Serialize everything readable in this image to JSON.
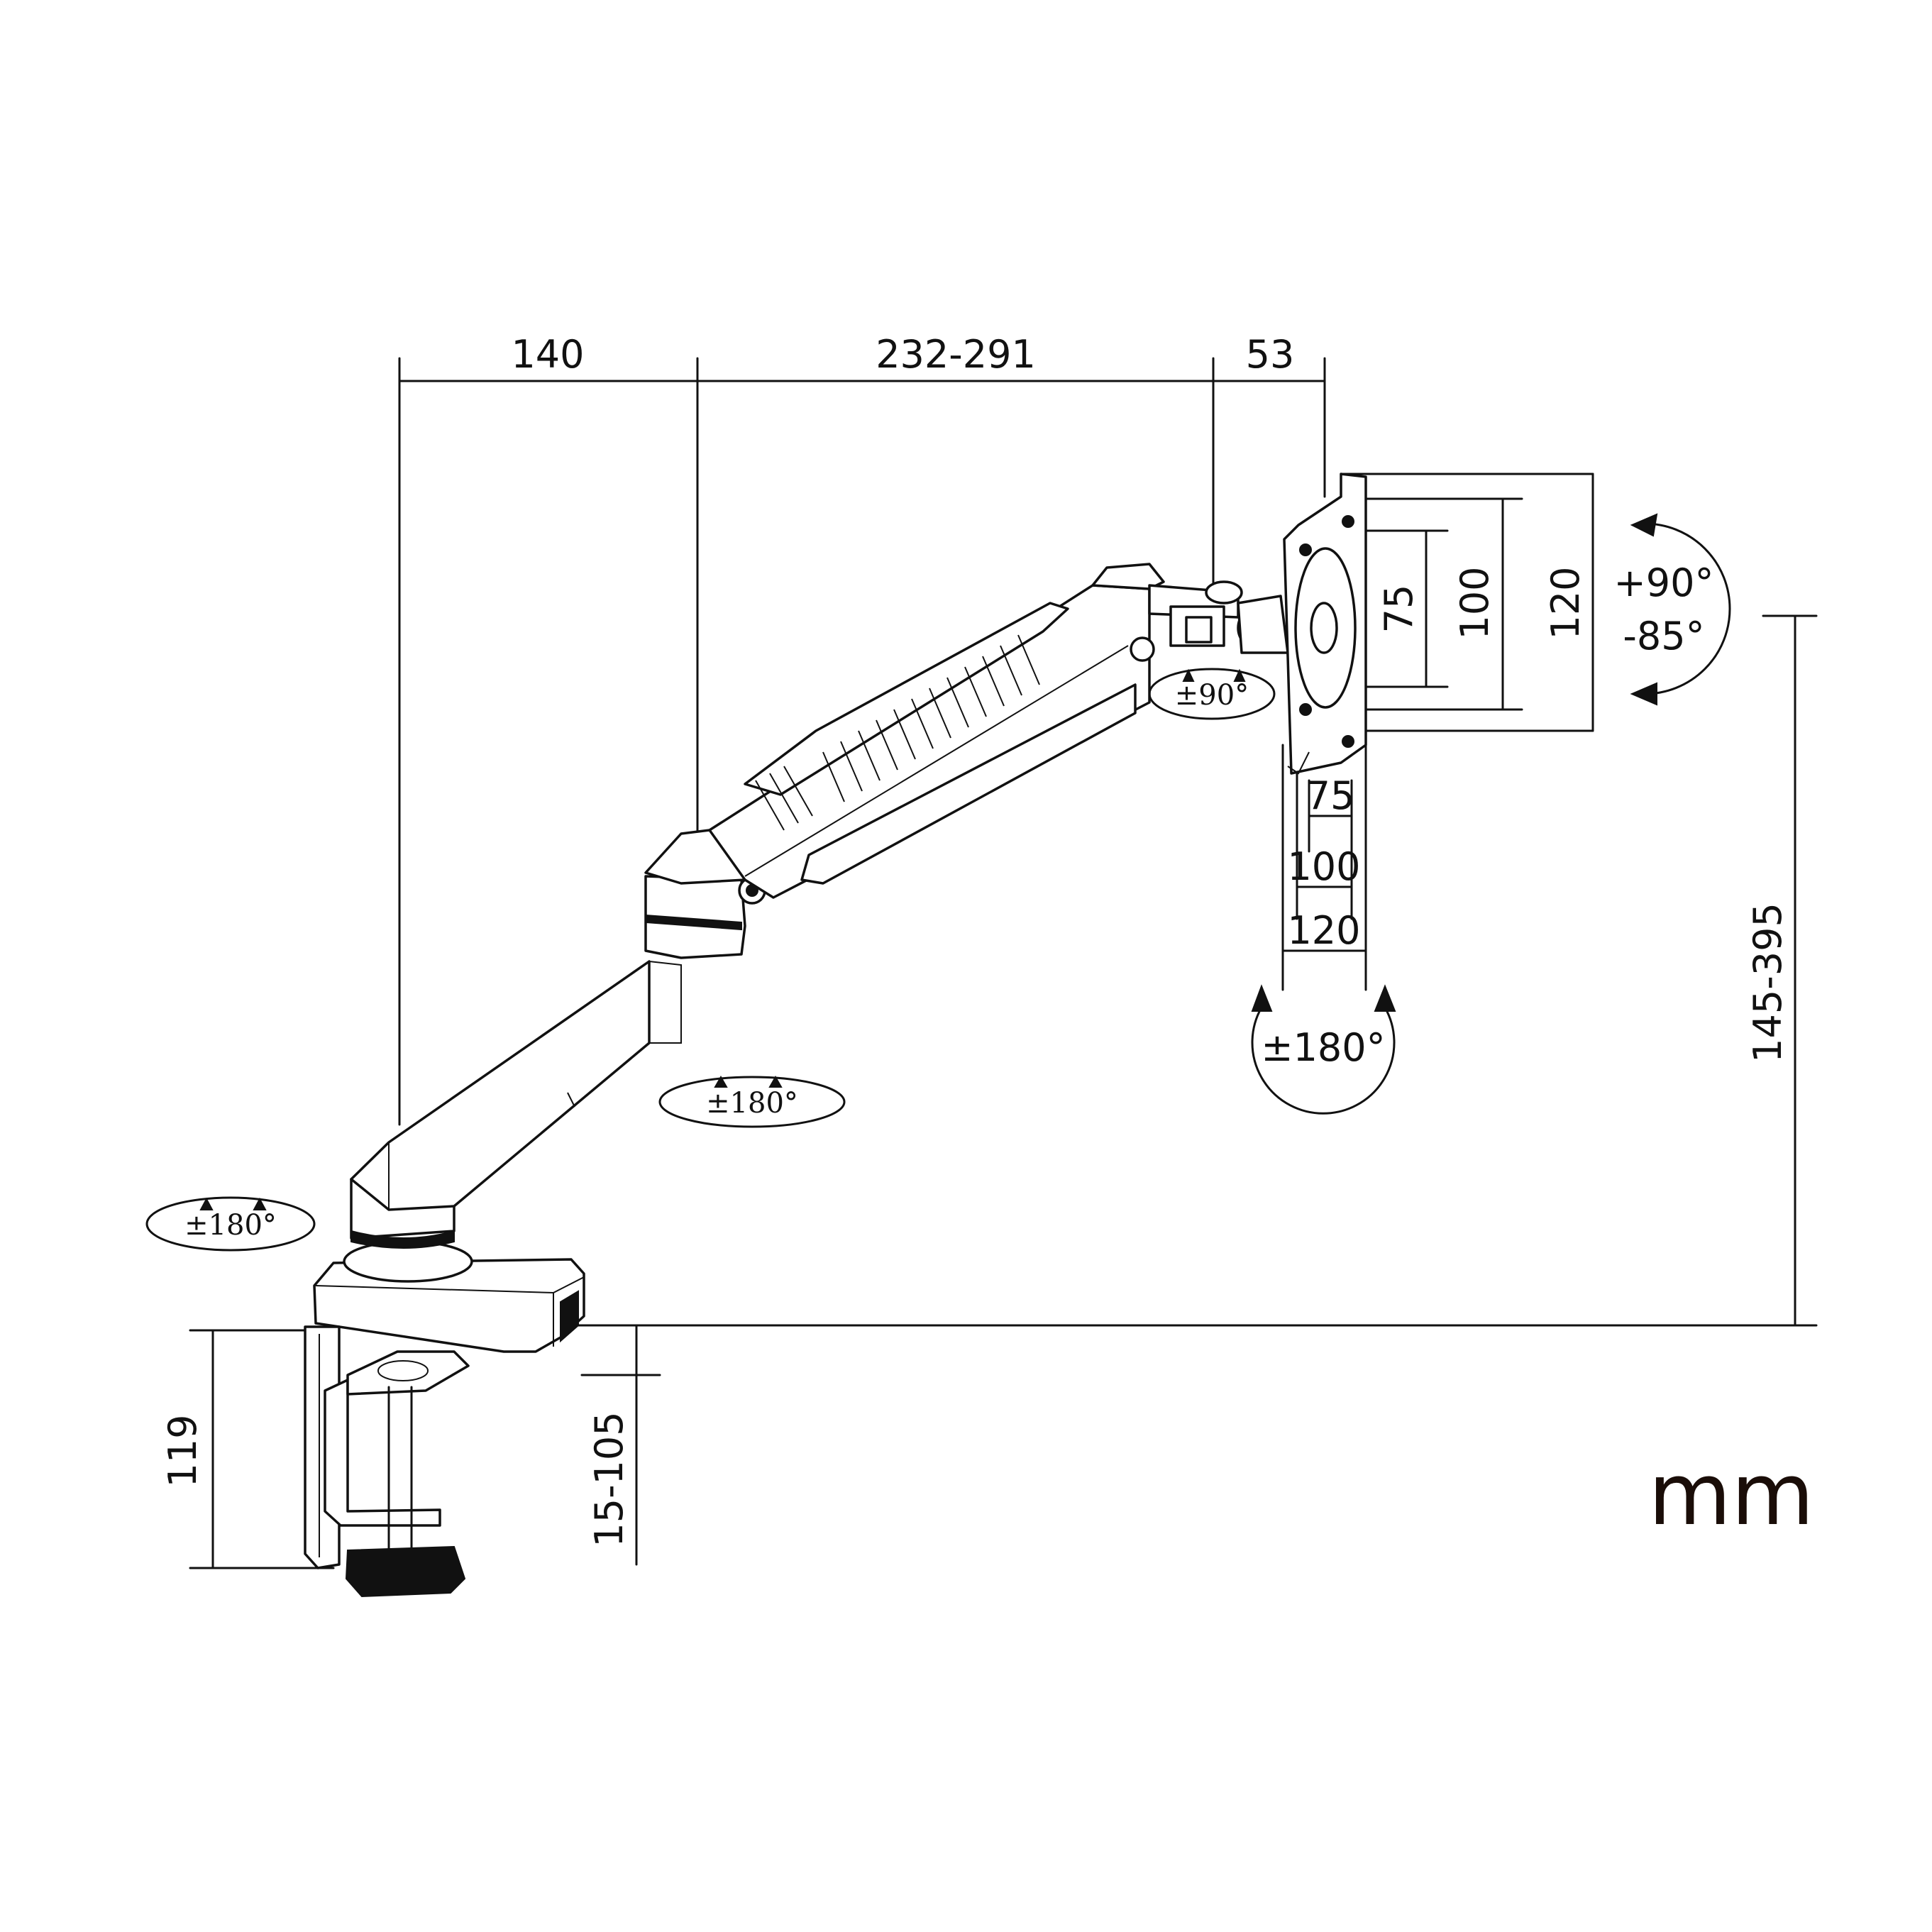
{
  "dimensions": {
    "horizontal": [
      "140",
      "232-291",
      "53"
    ],
    "vesa_vertical": [
      "75",
      "100",
      "120"
    ],
    "vesa_horizontal": [
      "75",
      "100",
      "120"
    ],
    "height_range": "145-395",
    "clamp_height": "119",
    "desk_thickness": "15-105"
  },
  "rotations": {
    "tilt_up": "+90°",
    "tilt_down": "-85°",
    "swivel_joint": "±90°",
    "rotation_panel": "±180°",
    "rotation_elbow": "±180°",
    "rotation_base": "±180°"
  },
  "unit": "mm",
  "colors": {
    "line": "#111111",
    "unit": "#1a0d08",
    "background": "#ffffff"
  }
}
